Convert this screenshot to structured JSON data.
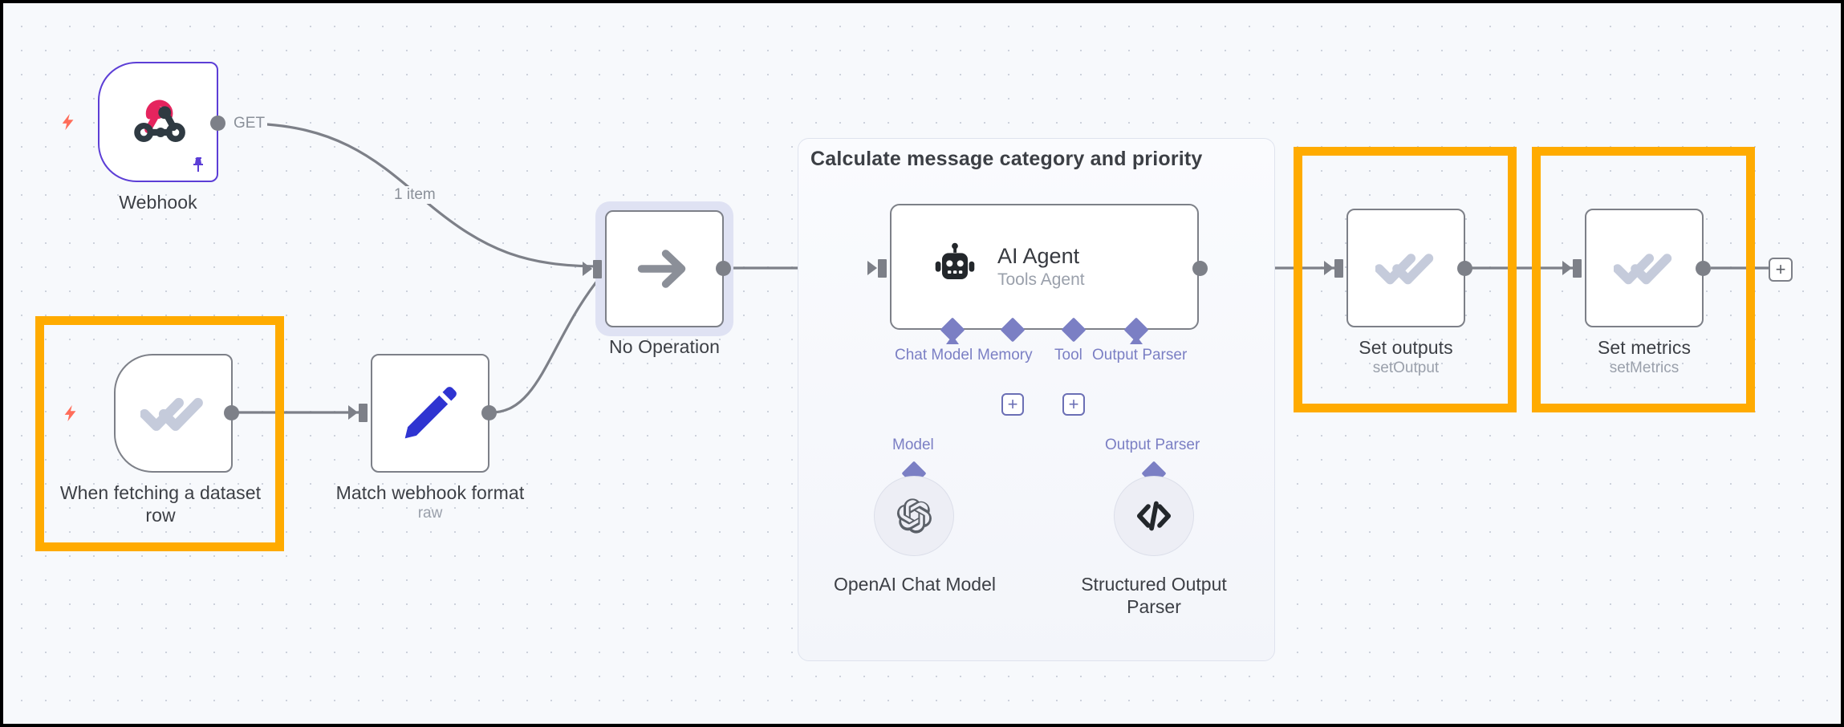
{
  "canvas": {
    "background": "#f7f9fc",
    "highlight_color": "#ffab00",
    "accent_purple": "#5c3ed6",
    "port_purple": "#7b7fc4"
  },
  "nodes": [
    {
      "id": "webhook",
      "name": "Webhook",
      "subtitle": "",
      "icon": "webhook-icon",
      "kind": "trigger",
      "highlighted": false,
      "pinned": true,
      "output_label": "GET"
    },
    {
      "id": "when-fetching-dataset-row",
      "name": "When fetching a dataset\nrow",
      "subtitle": "",
      "icon": "double-check-icon",
      "kind": "trigger",
      "highlighted": true,
      "pinned": false,
      "output_label": ""
    },
    {
      "id": "match-webhook-format",
      "name": "Match webhook format",
      "subtitle": "raw",
      "icon": "pencil-icon",
      "kind": "action",
      "highlighted": false,
      "pinned": false,
      "output_label": ""
    },
    {
      "id": "no-operation",
      "name": "No Operation",
      "subtitle": "",
      "icon": "arrow-right-icon",
      "kind": "action",
      "highlighted": false,
      "selected": true,
      "pinned": false,
      "output_label": ""
    },
    {
      "id": "ai-agent",
      "name": "AI Agent",
      "subtitle": "Tools Agent",
      "icon": "robot-icon",
      "kind": "agent",
      "highlighted": false,
      "pinned": false,
      "output_label": ""
    },
    {
      "id": "set-outputs",
      "name": "Set outputs",
      "subtitle": "setOutput",
      "icon": "double-check-icon",
      "kind": "action",
      "highlighted": true,
      "pinned": false,
      "output_label": ""
    },
    {
      "id": "set-metrics",
      "name": "Set metrics",
      "subtitle": "setMetrics",
      "icon": "double-check-icon",
      "kind": "action",
      "highlighted": true,
      "pinned": false,
      "output_label": ""
    }
  ],
  "group": {
    "title": "Calculate message category and priority"
  },
  "agent_ports": [
    {
      "id": "chat-model",
      "label": "Chat Model",
      "has_plus": false
    },
    {
      "id": "memory",
      "label": "Memory",
      "has_plus": true
    },
    {
      "id": "tool",
      "label": "Tool",
      "has_plus": true
    },
    {
      "id": "output-parser",
      "label": "Output Parser",
      "has_plus": false
    }
  ],
  "sub_nodes": [
    {
      "id": "openai-chat-model",
      "name": "OpenAI Chat Model",
      "connector_label": "Model",
      "icon": "openai-icon"
    },
    {
      "id": "structured-output-parser",
      "name": "Structured Output\nParser",
      "connector_label": "Output Parser",
      "icon": "code-brackets-icon"
    }
  ],
  "connections": [
    {
      "id": "webhook-to-nop",
      "label": "1 item"
    },
    {
      "id": "webhook-out",
      "label": "GET"
    }
  ],
  "buttons": {
    "add_node_plus": "+",
    "memory_plus": "+",
    "tool_plus": "+"
  }
}
